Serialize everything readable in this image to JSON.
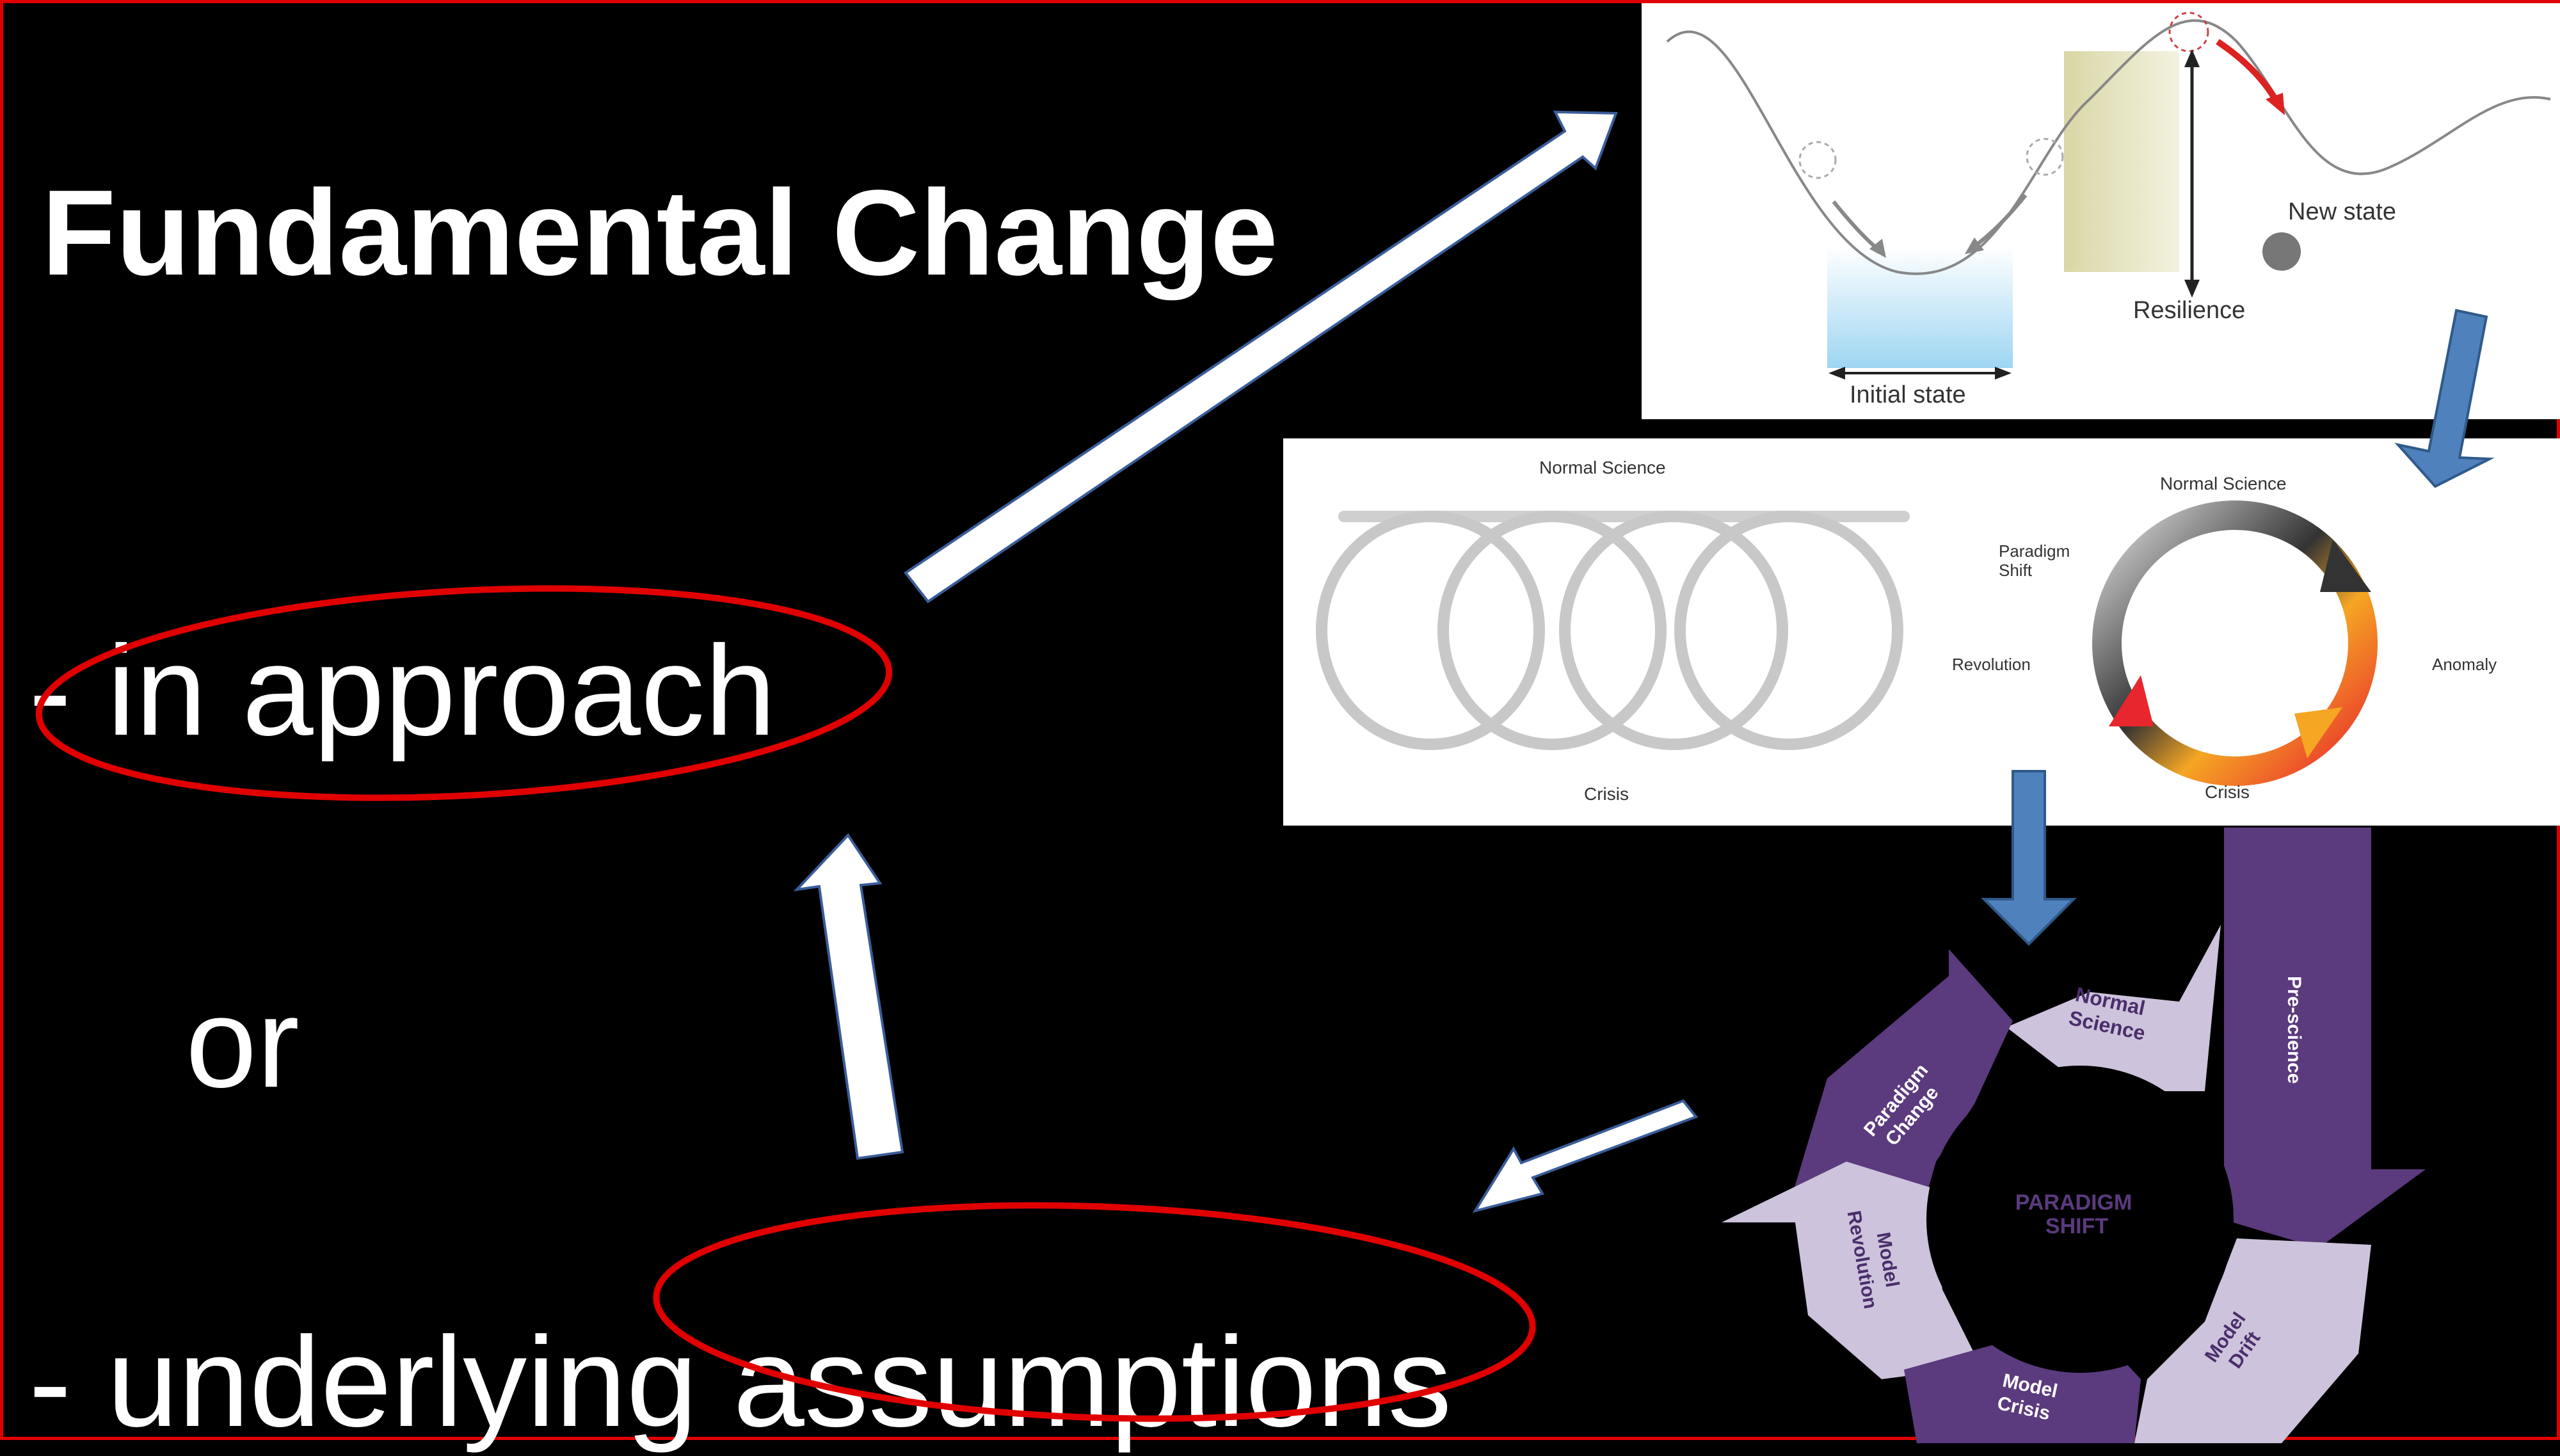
{
  "slide": {
    "title": "Fundamental Change",
    "line_approach": "- in approach",
    "line_or": "or",
    "line_assumptions": "- underlying assumptions"
  },
  "resilience_diagram": {
    "initial_state": "Initial state",
    "resilience": "Resilience",
    "new_state": "New state"
  },
  "kuhn_diagram": {
    "spiral_top": "Normal Science",
    "spiral_bottom": "Crisis",
    "cycle_top": "Normal Science",
    "paradigm_shift_line1": "Paradigm",
    "paradigm_shift_line2": "Shift",
    "revolution": "Revolution",
    "anomaly": "Anomaly",
    "cycle_bottom": "Crisis"
  },
  "paradigm_cycle": {
    "center_line1": "PARADIGM",
    "center_line2": "SHIFT",
    "normal_line1": "Normal",
    "normal_line2": "Science",
    "prescience": "Pre-science",
    "change_line1": "Paradigm",
    "change_line2": "Change",
    "revolution_line1": "Model",
    "revolution_line2": "Revolution",
    "drift_line1": "Model",
    "drift_line2": "Drift",
    "crisis_line1": "Model",
    "crisis_line2": "Crisis"
  },
  "colors": {
    "highlight_red": "#e00000",
    "flow_arrow_blue": "#4f81bd",
    "cycle_dark_purple": "#5b3a7e",
    "cycle_light_purple": "#cdc3dc"
  }
}
